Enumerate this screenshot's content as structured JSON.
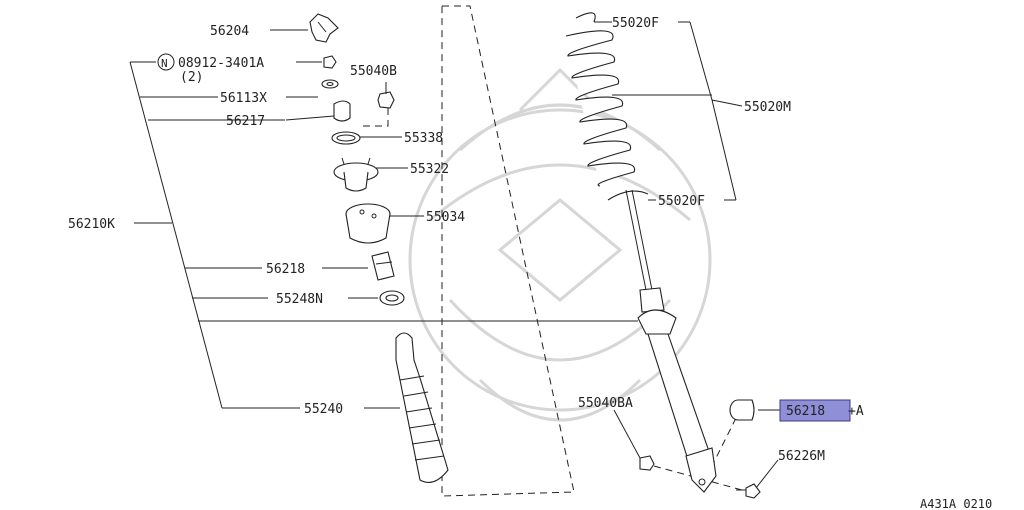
{
  "diagram": {
    "footer_code": "A431A 0210",
    "highlight_color": "#8f8fd8",
    "labels": {
      "p56204": "56204",
      "p08912": "08912-3401A",
      "p08912_qty": "(2)",
      "p08912_prefix": "N",
      "p55040B": "55040B",
      "p56113X": "56113X",
      "p56217": "56217",
      "p55338": "55338",
      "p55322": "55322",
      "p55034": "55034",
      "p56210K": "56210K",
      "p56218": "56218",
      "p55248N": "55248N",
      "p55240": "55240",
      "p55020F_top": "55020F",
      "p55020M": "55020M",
      "p55020F_bot": "55020F",
      "p55040BA": "55040BA",
      "p56218A_code": "56218",
      "p56218A_suffix": "+A",
      "p56226M": "56226M"
    }
  }
}
